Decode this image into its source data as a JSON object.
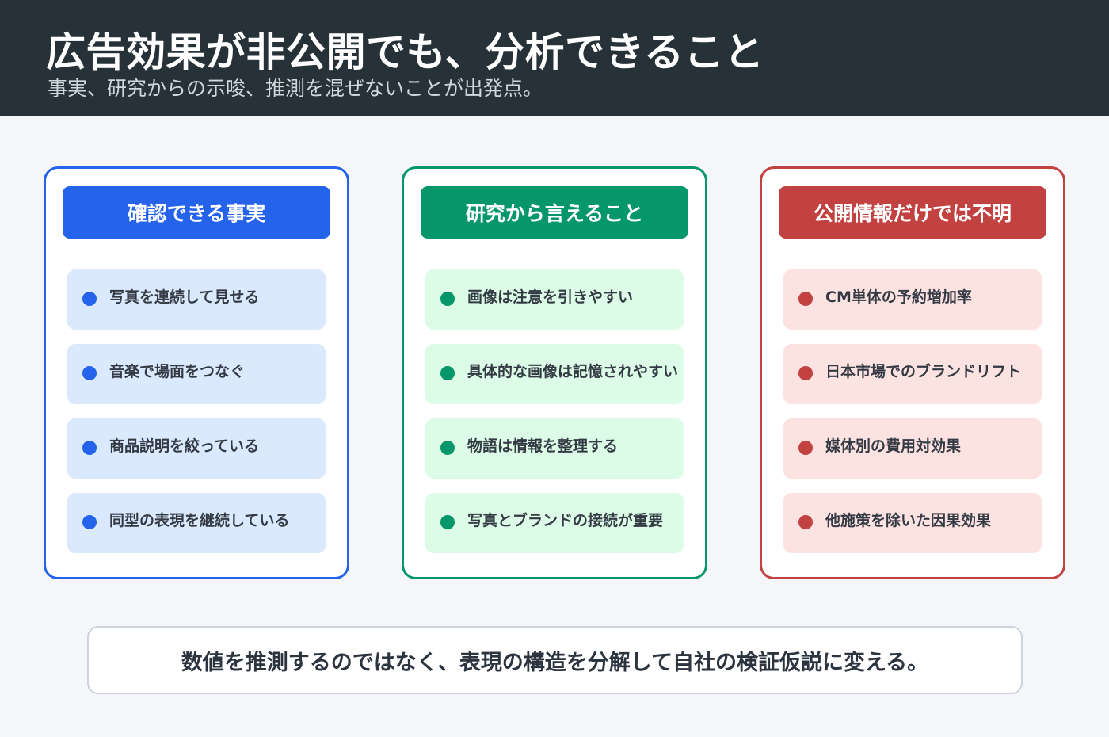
{
  "header": {
    "title": "広告効果が非公開でも、分析できること",
    "subtitle": "事実、研究からの示唆、推測を混ぜないことが出発点。"
  },
  "columns": [
    {
      "title": "確認できる事実",
      "color": "#2563eb",
      "items": [
        "写真を連続して見せる",
        "音楽で場面をつなぐ",
        "商品説明を絞っている",
        "同型の表現を継続している"
      ]
    },
    {
      "title": "研究から言えること",
      "color": "#059669",
      "items": [
        "画像は注意を引きやすい",
        "具体的な画像は記憶されやすい",
        "物語は情報を整理する",
        "写真とブランドの接続が重要"
      ]
    },
    {
      "title": "公開情報だけでは不明",
      "color": "#c24141",
      "items": [
        "CM単体の予約増加率",
        "日本市場でのブランドリフト",
        "媒体別の費用対効果",
        "他施策を除いた因果効果"
      ]
    }
  ],
  "footer": {
    "text": "数値を推測するのではなく、表現の構造を分解して自社の検証仮説に変える。"
  }
}
